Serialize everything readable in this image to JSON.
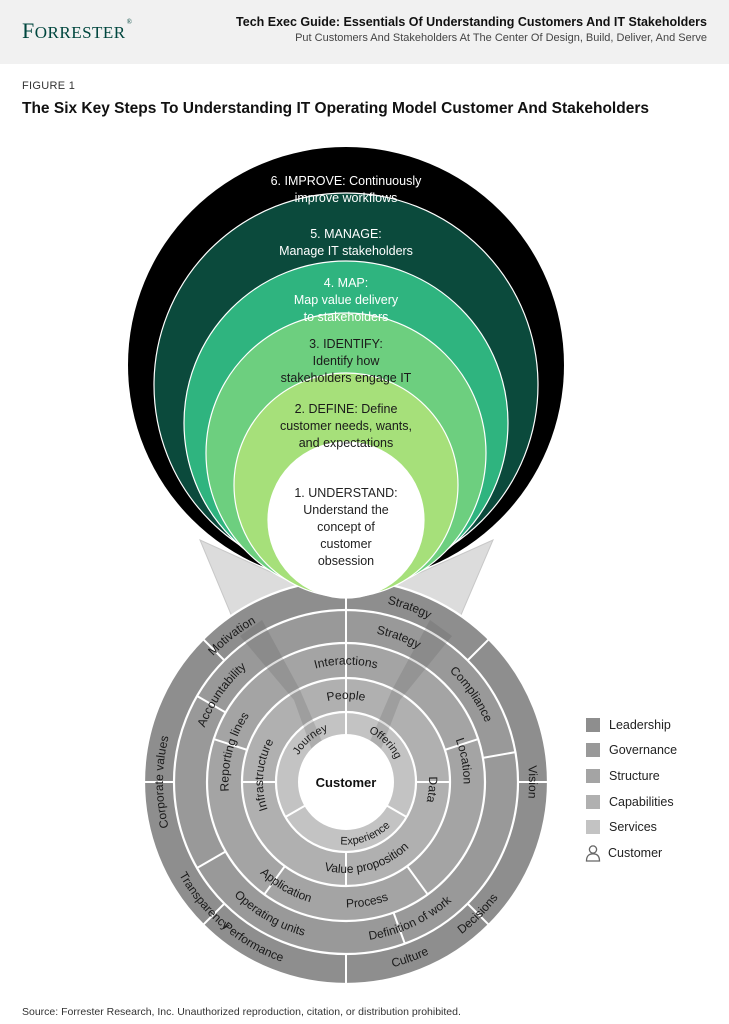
{
  "header": {
    "logo": "Forrester",
    "title": "Tech Exec Guide: Essentials Of Understanding Customers And IT Stakeholders",
    "subtitle": "Put Customers And Stakeholders At The Center Of Design, Build, Deliver, And Serve"
  },
  "figure": {
    "label": "FIGURE 1",
    "title": "The Six Key Steps To Understanding IT Operating Model Customer And Stakeholders"
  },
  "steps": [
    {
      "lines": [
        "1. UNDERSTAND:",
        "Understand the",
        "concept of",
        "customer",
        "obsession"
      ],
      "color": "#ffffff",
      "text_color": "#222222"
    },
    {
      "lines": [
        "2. DEFINE: Define",
        "customer needs, wants,",
        "and expectations"
      ],
      "color": "#a6e07a",
      "text_color": "#1a1a1a"
    },
    {
      "lines": [
        "3. IDENTIFY:",
        "Identify how",
        "stakeholders engage IT"
      ],
      "color": "#6dcf7f",
      "text_color": "#1a1a1a"
    },
    {
      "lines": [
        "4. MAP:",
        "Map value delivery",
        "to stakeholders"
      ],
      "color": "#2fb47f",
      "text_color": "#ffffff"
    },
    {
      "lines": [
        "5. MANAGE:",
        "Manage IT stakeholders"
      ],
      "color": "#0b4a3c",
      "text_color": "#ffffff"
    },
    {
      "lines": [
        "6. IMPROVE: Continuously",
        "improve workflows"
      ],
      "color": "#000000",
      "text_color": "#ffffff"
    }
  ],
  "wheel": {
    "center_label": "Customer",
    "ring_colors": [
      "#c3c3c3",
      "#b0b0b0",
      "#a4a4a4",
      "#999999",
      "#8e8e8e"
    ],
    "rings": [
      {
        "labels": [
          "Offering",
          "Experience",
          "Journey"
        ]
      },
      {
        "labels": [
          "People",
          "Data",
          "Value proposition",
          "Infrastructure"
        ]
      },
      {
        "labels": [
          "Interactions",
          "Location",
          "Process",
          "Application",
          "Reporting lines"
        ]
      },
      {
        "labels": [
          "Strategy",
          "Compliance",
          "Definition of work",
          "Operating units",
          "Accountability"
        ]
      },
      {
        "labels": [
          "Strategy",
          "Vision",
          "Decisions",
          "Culture",
          "Performance",
          "Transparency",
          "Corporate values",
          "Motivation"
        ]
      }
    ]
  },
  "legend": [
    {
      "label": "Leadership",
      "color": "#8e8e8e",
      "icon": "square"
    },
    {
      "label": "Governance",
      "color": "#999999",
      "icon": "square"
    },
    {
      "label": "Structure",
      "color": "#a4a4a4",
      "icon": "square"
    },
    {
      "label": "Capabilities",
      "color": "#b0b0b0",
      "icon": "square"
    },
    {
      "label": "Services",
      "color": "#c3c3c3",
      "icon": "square"
    },
    {
      "label": "Customer",
      "color": "#666666",
      "icon": "person-icon"
    }
  ],
  "source": "Source: Forrester Research, Inc. Unauthorized reproduction, citation, or distribution prohibited."
}
